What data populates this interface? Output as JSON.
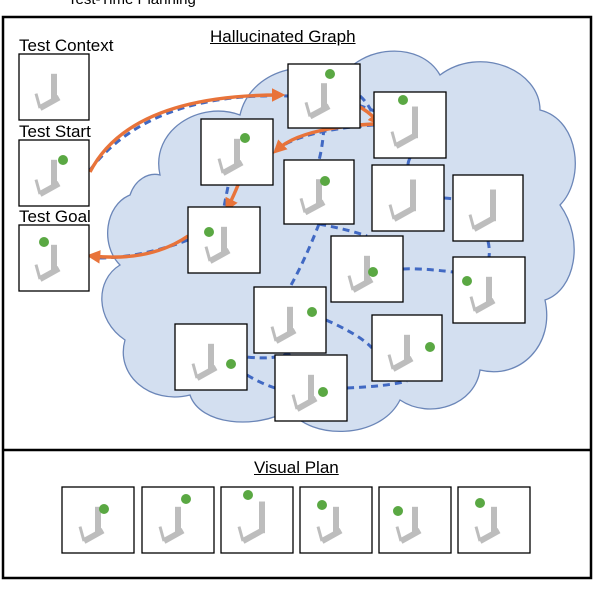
{
  "top_text_partial": "Test-Time Planning",
  "left_panel": {
    "context_label": "Test Context",
    "start_label": "Test Start",
    "goal_label": "Test Goal"
  },
  "graph": {
    "title": "Hallucinated Graph",
    "cloud_fill": "#d3dff0",
    "cloud_stroke": "#6b86b8",
    "edge_color": "#4169c3",
    "path_color": "#e8733a"
  },
  "plan": {
    "title": "Visual Plan",
    "frame_count": 6
  },
  "state_colors": {
    "arm": "#bdbdbd",
    "dot": "#5aa843"
  }
}
